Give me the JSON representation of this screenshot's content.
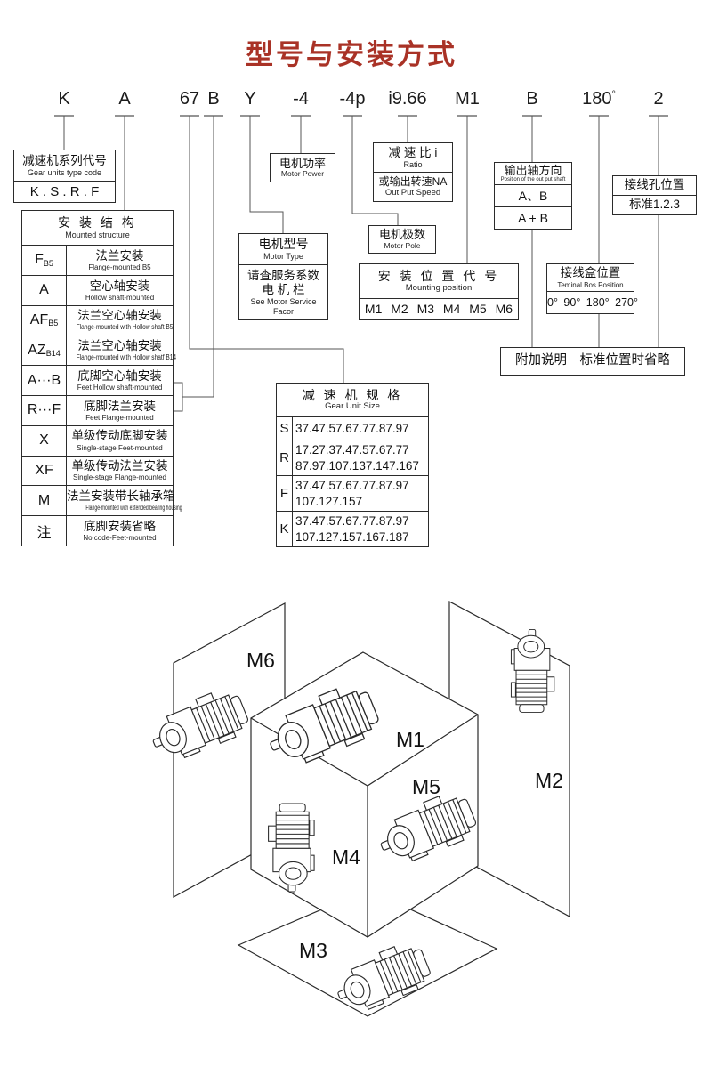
{
  "title": "型号与安装方式",
  "colors": {
    "title": "#a93226",
    "line": "#2b2b2b"
  },
  "code": {
    "items": [
      {
        "text": "K"
      },
      {
        "text": "A"
      },
      {
        "text": "67"
      },
      {
        "text": "B"
      },
      {
        "text": "Y"
      },
      {
        "text": "-4"
      },
      {
        "text": "-4p"
      },
      {
        "text": "i9.66"
      },
      {
        "text": "M1"
      },
      {
        "text": "B"
      },
      {
        "text": "180",
        "sup": "°"
      },
      {
        "text": "2"
      }
    ]
  },
  "series_code": {
    "cn": "减速机系列代号",
    "en": "Gear units type code",
    "value": "K . S . R . F"
  },
  "mounted_structure": {
    "header_cn": "安 装 结 构",
    "header_en": "Mounted structure",
    "rows": [
      {
        "code": "F",
        "sub": "B5",
        "cn": "法兰安装",
        "en": "Flange-mounted B5"
      },
      {
        "code": "A",
        "sub": "",
        "cn": "空心轴安装",
        "en": "Hollow shaft-mounted"
      },
      {
        "code": "AF",
        "sub": "B5",
        "cn": "法兰空心轴安装",
        "en": "Flange-mounted with Hollow shaft B5"
      },
      {
        "code": "AZ",
        "sub": "B14",
        "cn": "法兰空心轴安装",
        "en": "Flange-mounted with Hollow shatf B14"
      },
      {
        "code": "A···B",
        "sub": "",
        "cn": "底脚空心轴安装",
        "en": "Feet Hollow shaft-mounted"
      },
      {
        "code": "R···F",
        "sub": "",
        "cn": "底脚法兰安装",
        "en": "Feet Flange-mounted"
      },
      {
        "code": "X",
        "sub": "",
        "cn": "单级传动底脚安装",
        "en": "Single-stage Feet-mounted"
      },
      {
        "code": "XF",
        "sub": "",
        "cn": "单级传动法兰安装",
        "en": "Single-stage Flange-mounted"
      },
      {
        "code": "M",
        "sub": "",
        "cn": "法兰安装带长轴承箱",
        "en": "Flange-mounted with extended bearing housing"
      },
      {
        "code": "注",
        "sub": "",
        "cn": "底脚安装省略",
        "en": "No code-Feet-mounted"
      }
    ]
  },
  "motor_power": {
    "cn": "电机功率",
    "en": "Motor Power"
  },
  "motor_type": {
    "cn": "电机型号",
    "en": "Motor Type",
    "line1": "请查服务系数",
    "line2": "电 机 栏",
    "en1": "See Motor Service",
    "en2": "Facor"
  },
  "ratio": {
    "cn": "减 速 比 i",
    "en": "Ratio",
    "alt": "或输出转速NA",
    "alt_en": "Out Put Speed"
  },
  "motor_pole": {
    "cn": "电机极数",
    "en": "Motor Pole"
  },
  "mounting_position": {
    "cn": "安 装 位 置 代 号",
    "en": "Mounting position",
    "values": "M1 M2 M3 M4 M5 M6"
  },
  "output_shaft": {
    "cn": "输出轴方向",
    "en": "Position of the out put shaft",
    "opt1": "A、B",
    "opt2": "A + B"
  },
  "terminal_hole": {
    "cn": "接线孔位置",
    "value": "标准1.2.3"
  },
  "terminal_box": {
    "cn": "接线盒位置",
    "en": "Teminal Bos Position",
    "values": "0° 90° 180° 270°"
  },
  "note": {
    "text": "附加说明　标准位置时省略"
  },
  "gear_unit_size": {
    "header_cn": "减 速 机 规 格",
    "header_en": "Gear Unit Size",
    "rows": [
      {
        "code": "S",
        "line1": "37.47.57.67.77.87.97",
        "line2": ""
      },
      {
        "code": "R",
        "line1": "17.27.37.47.57.67.77",
        "line2": "87.97.107.137.147.167"
      },
      {
        "code": "F",
        "line1": "37.47.57.67.77.87.97",
        "line2": "107.127.157"
      },
      {
        "code": "K",
        "line1": "37.47.57.67.77.87.97",
        "line2": "107.127.157.167.187"
      }
    ]
  },
  "mounting_diagram": {
    "labels": [
      "M1",
      "M2",
      "M3",
      "M4",
      "M5",
      "M6"
    ]
  }
}
